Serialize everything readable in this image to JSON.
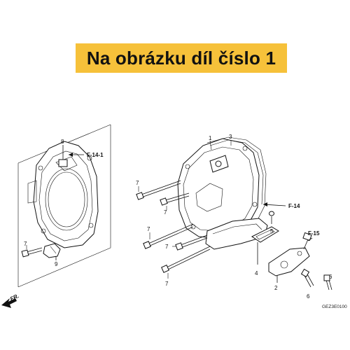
{
  "banner": {
    "text": "Na obrázku díl číslo 1"
  },
  "labels": {
    "p1": "1",
    "p2": "2",
    "p3": "3",
    "p4": "4",
    "p5": "5",
    "p6a": "6",
    "p6b": "6",
    "p7a": "7",
    "p7b": "7",
    "p7c": "7",
    "p7d": "7",
    "p7e": "7",
    "p7f": "7",
    "p8": "8",
    "p9": "9"
  },
  "refs": {
    "f14_1": "F-14-1",
    "f14": "F-14",
    "f15": "F-15",
    "fr": "FR."
  },
  "code": "GEZ3E0100"
}
